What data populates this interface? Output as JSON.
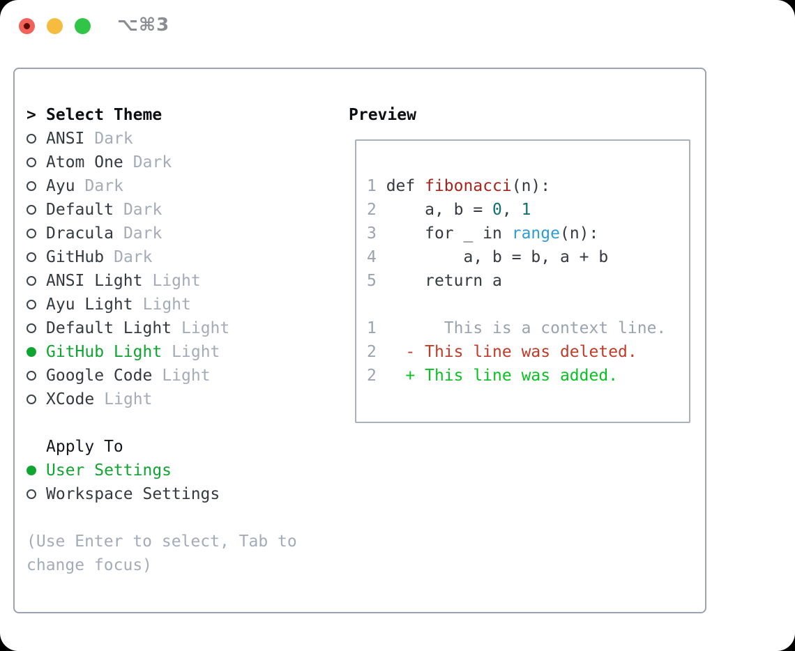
{
  "window": {
    "shortcut_title": "⌥⌘3",
    "traffic_lights": [
      "close",
      "minimize",
      "maximize"
    ]
  },
  "colors": {
    "accent_green": "#10a431",
    "added_green": "#09c121",
    "deleted_red": "#c23a28",
    "function_red": "#a8241b",
    "number_teal": "#0e6f74",
    "builtin_blue": "#2d9cd6",
    "muted_gray": "#a3acb8",
    "text_dark": "#333a42",
    "panel_border": "#9aa3af"
  },
  "theme_panel": {
    "header": {
      "prompt": ">",
      "title": "Select Theme"
    },
    "themes": [
      {
        "name": "ANSI",
        "variant": "Dark",
        "selected": false
      },
      {
        "name": "Atom One",
        "variant": "Dark",
        "selected": false
      },
      {
        "name": "Ayu",
        "variant": "Dark",
        "selected": false
      },
      {
        "name": "Default",
        "variant": "Dark",
        "selected": false
      },
      {
        "name": "Dracula",
        "variant": "Dark",
        "selected": false
      },
      {
        "name": "GitHub",
        "variant": "Dark",
        "selected": false
      },
      {
        "name": "ANSI Light",
        "variant": "Light",
        "selected": false
      },
      {
        "name": "Ayu Light",
        "variant": "Light",
        "selected": false
      },
      {
        "name": "Default Light",
        "variant": "Light",
        "selected": false
      },
      {
        "name": "GitHub Light",
        "variant": "Light",
        "selected": true
      },
      {
        "name": "Google Code",
        "variant": "Light",
        "selected": false
      },
      {
        "name": "XCode",
        "variant": "Light",
        "selected": false
      }
    ],
    "apply_to": {
      "title": "Apply To",
      "options": [
        {
          "label": "User Settings",
          "selected": true
        },
        {
          "label": "Workspace Settings",
          "selected": false
        }
      ]
    },
    "help_lines": [
      "(Use Enter to select, Tab to",
      "change focus)"
    ]
  },
  "preview": {
    "title": "Preview",
    "lines": [
      {
        "segments": [
          {
            "t": "1",
            "c": "num"
          },
          {
            "t": " def ",
            "c": "code"
          },
          {
            "t": "fibonacci",
            "c": "func"
          },
          {
            "t": "(n):",
            "c": "code"
          }
        ]
      },
      {
        "segments": [
          {
            "t": "2",
            "c": "num"
          },
          {
            "t": "     a, b = ",
            "c": "code"
          },
          {
            "t": "0",
            "c": "teal"
          },
          {
            "t": ", ",
            "c": "code"
          },
          {
            "t": "1",
            "c": "teal"
          }
        ]
      },
      {
        "segments": [
          {
            "t": "3",
            "c": "num"
          },
          {
            "t": "     for _ in ",
            "c": "code"
          },
          {
            "t": "range",
            "c": "blue"
          },
          {
            "t": "(n):",
            "c": "code"
          }
        ]
      },
      {
        "segments": [
          {
            "t": "4",
            "c": "num"
          },
          {
            "t": "         a, b = b, a + b",
            "c": "code"
          }
        ]
      },
      {
        "segments": [
          {
            "t": "5",
            "c": "num"
          },
          {
            "t": "     return a",
            "c": "code"
          }
        ]
      },
      {
        "segments": []
      },
      {
        "segments": [
          {
            "t": "1",
            "c": "num"
          },
          {
            "t": "       This is a context line.",
            "c": "muted"
          }
        ]
      },
      {
        "segments": [
          {
            "t": "2",
            "c": "num"
          },
          {
            "t": "   - This line was deleted.",
            "c": "del"
          }
        ]
      },
      {
        "segments": [
          {
            "t": "2",
            "c": "num"
          },
          {
            "t": "   + This line was added.",
            "c": "add"
          }
        ]
      }
    ]
  }
}
